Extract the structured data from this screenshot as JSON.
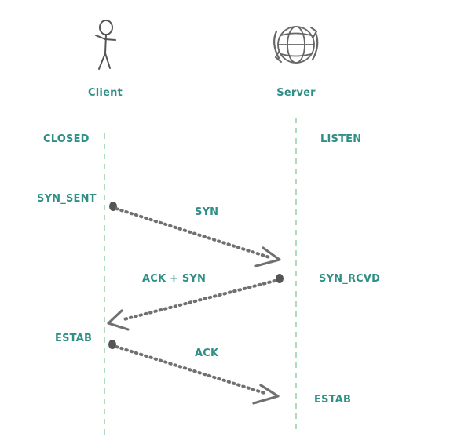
{
  "actors": {
    "client": {
      "label": "Client",
      "icon": "stick-figure-icon"
    },
    "server": {
      "label": "Server",
      "icon": "globe-icon"
    }
  },
  "client_states": [
    "CLOSED",
    "SYN_SENT",
    "ESTAB"
  ],
  "server_states": [
    "LISTEN",
    "SYN_RCVD",
    "ESTAB"
  ],
  "messages": [
    {
      "label": "SYN",
      "from": "client",
      "to": "server"
    },
    {
      "label": "ACK + SYN",
      "from": "server",
      "to": "client"
    },
    {
      "label": "ACK",
      "from": "client",
      "to": "server"
    }
  ],
  "colors": {
    "text": "#2f8f86",
    "lifeline": "#9bd3a8",
    "arrow": "#6e6e6e",
    "icon": "#555555"
  }
}
